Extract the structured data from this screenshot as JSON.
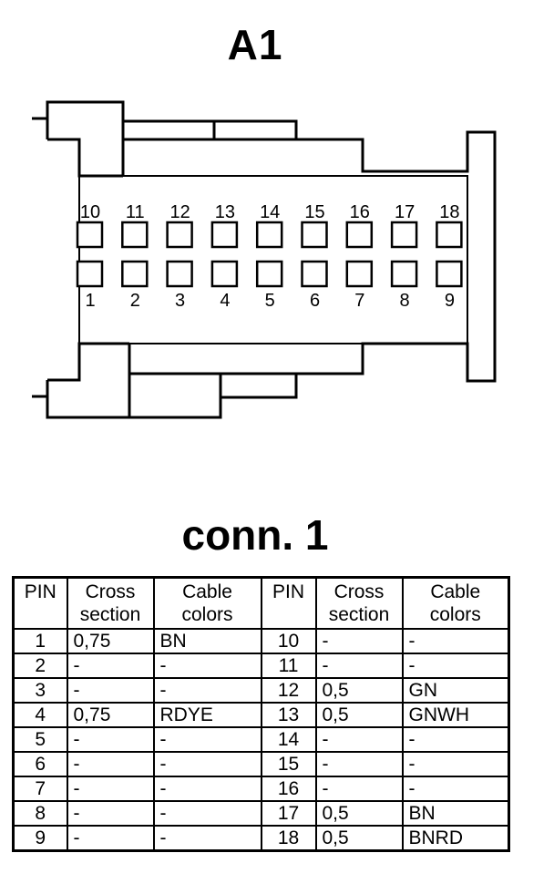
{
  "diagram_title": "A1",
  "table_title": "conn. 1",
  "connector": {
    "top_row_pins": [
      "10",
      "11",
      "12",
      "13",
      "14",
      "15",
      "16",
      "17",
      "18"
    ],
    "bottom_row_pins": [
      "1",
      "2",
      "3",
      "4",
      "5",
      "6",
      "7",
      "8",
      "9"
    ]
  },
  "table": {
    "headers": {
      "pin": "PIN",
      "cross_section_line1": "Cross",
      "cross_section_line2": "section",
      "cable_colors_line1": "Cable",
      "cable_colors_line2": "colors"
    },
    "rows": [
      {
        "pin_a": "1",
        "cs_a": "0,75",
        "color_a": "BN",
        "pin_b": "10",
        "cs_b": "-",
        "color_b": "-"
      },
      {
        "pin_a": "2",
        "cs_a": "-",
        "color_a": "-",
        "pin_b": "11",
        "cs_b": "-",
        "color_b": "-"
      },
      {
        "pin_a": "3",
        "cs_a": "-",
        "color_a": "-",
        "pin_b": "12",
        "cs_b": "0,5",
        "color_b": "GN"
      },
      {
        "pin_a": "4",
        "cs_a": "0,75",
        "color_a": "RDYE",
        "pin_b": "13",
        "cs_b": "0,5",
        "color_b": "GNWH"
      },
      {
        "pin_a": "5",
        "cs_a": "-",
        "color_a": "-",
        "pin_b": "14",
        "cs_b": "-",
        "color_b": "-"
      },
      {
        "pin_a": "6",
        "cs_a": "-",
        "color_a": "-",
        "pin_b": "15",
        "cs_b": "-",
        "color_b": "-"
      },
      {
        "pin_a": "7",
        "cs_a": "-",
        "color_a": "-",
        "pin_b": "16",
        "cs_b": "-",
        "color_b": "-"
      },
      {
        "pin_a": "8",
        "cs_a": "-",
        "color_a": "-",
        "pin_b": "17",
        "cs_b": "0,5",
        "color_b": "BN"
      },
      {
        "pin_a": "9",
        "cs_a": "-",
        "color_a": "-",
        "pin_b": "18",
        "cs_b": "0,5",
        "color_b": "BNRD"
      }
    ]
  }
}
